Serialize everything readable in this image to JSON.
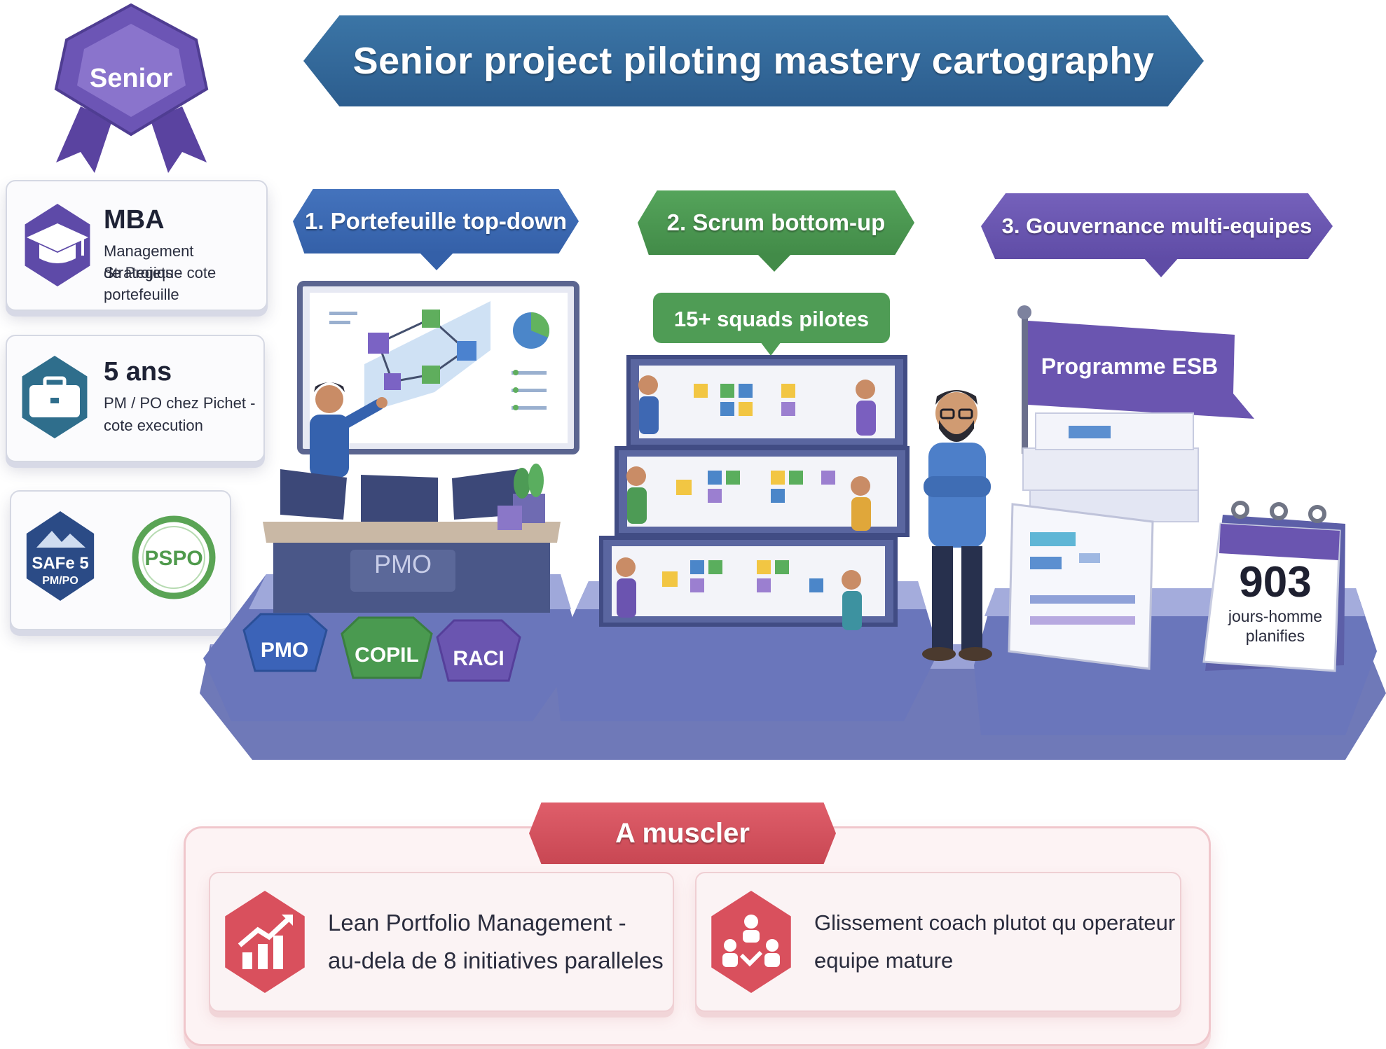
{
  "title": "Senior project piloting mastery cartography",
  "badge": {
    "label": "Senior",
    "color": "#6e55b3"
  },
  "profile_cards": [
    {
      "title": "MBA",
      "subtitle_line1": "Management Strategique",
      "subtitle_line2": "de Projets - cote portefeuille",
      "icon": "graduation-cap-icon"
    },
    {
      "title": "5 ans",
      "subtitle_line1": "PM / PO chez Pichet -",
      "subtitle_line2": "cote execution",
      "icon": "briefcase-icon"
    }
  ],
  "certifications": [
    {
      "line1": "SAFe 5",
      "line2": "PM/PO",
      "icon": "mountain-icon"
    },
    {
      "label": "PSPO"
    }
  ],
  "pillars": [
    {
      "label": "1. Portefeuille top-down",
      "color": "#3e67b1"
    },
    {
      "label": "2. Scrum bottom-up",
      "color": "#4a9651"
    },
    {
      "label": "3. Gouvernance multi-equipes",
      "color": "#6752ab"
    }
  ],
  "pmo_desk_label": "PMO",
  "governance_tags": [
    {
      "label": "PMO",
      "color": "#3b63b8"
    },
    {
      "label": "COPIL",
      "color": "#4a9a50"
    },
    {
      "label": "RACI",
      "color": "#6a55b0"
    }
  ],
  "squads_label": "15+ squads pilotes",
  "programme_flag": "Programme ESB",
  "calendar": {
    "number": "903",
    "line1": "jours-homme",
    "line2": "planifies"
  },
  "improve": {
    "title": "A muscler",
    "items": [
      {
        "line1": "Lean Portfolio Management -",
        "line2": "au-dela de 8 initiatives paralleles",
        "icon": "growth-chart-icon"
      },
      {
        "line1": "Glissement coach plutot qu operateur -",
        "line2": "equipe mature",
        "icon": "team-coach-icon"
      }
    ]
  }
}
